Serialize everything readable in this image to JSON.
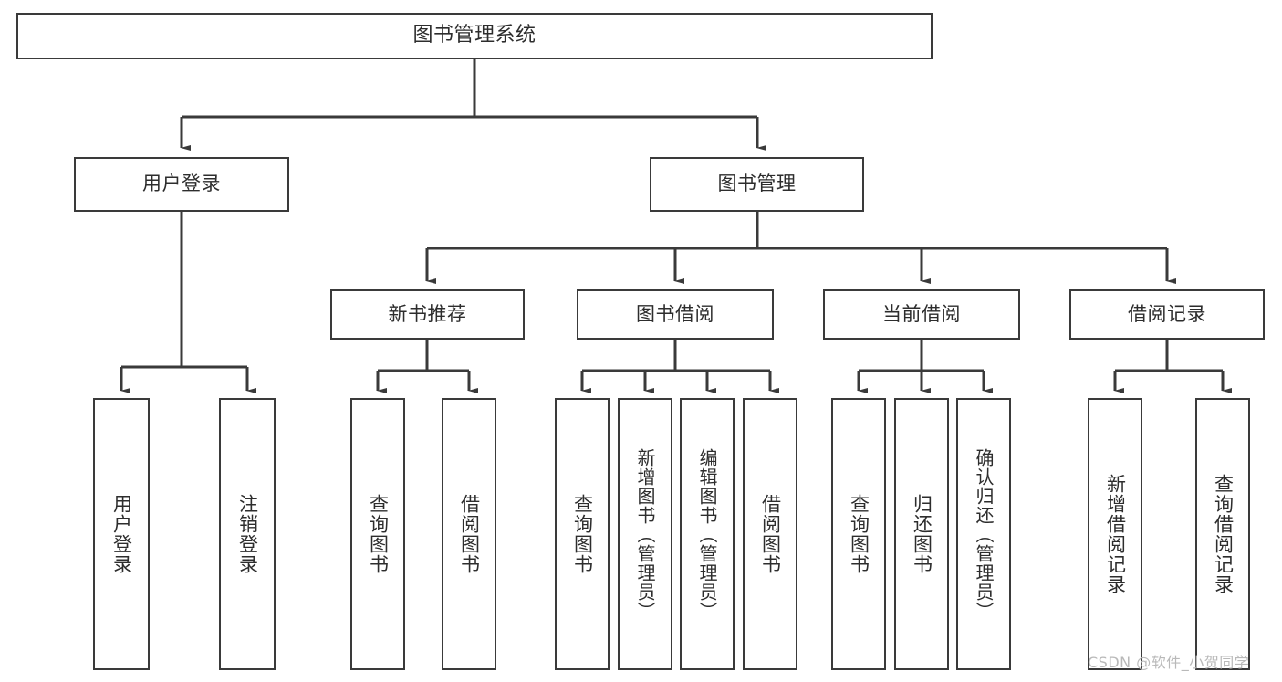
{
  "diagram": {
    "title": "图书管理系统",
    "type": "tree-hierarchy-diagram",
    "watermark": "CSDN @软件_小贺同学",
    "colors": {
      "box_border": "#3a3a3a",
      "box_fill": "#ffffff",
      "text": "#2d2d2d",
      "connector": "#3a3a3a",
      "watermark": "#b9b9b9"
    },
    "root": {
      "label": "图书管理系统"
    },
    "level2": [
      {
        "label": "用户登录"
      },
      {
        "label": "图书管理"
      }
    ],
    "level3": [
      {
        "label": "新书推荐"
      },
      {
        "label": "图书借阅"
      },
      {
        "label": "当前借阅"
      },
      {
        "label": "借阅记录"
      }
    ],
    "leaves": {
      "user_login": [
        {
          "label": "用户登录"
        },
        {
          "label": "注销登录"
        }
      ],
      "new_book_recommend": [
        {
          "label": "查询图书"
        },
        {
          "label": "借阅图书"
        }
      ],
      "book_borrow": [
        {
          "label": "查询图书"
        },
        {
          "label": "新增图书（管理员）"
        },
        {
          "label": "编辑图书（管理员）"
        },
        {
          "label": "借阅图书"
        }
      ],
      "current_borrow": [
        {
          "label": "查询图书"
        },
        {
          "label": "归还图书"
        },
        {
          "label": "确认归还（管理员）"
        }
      ],
      "borrow_records": [
        {
          "label": "新增借阅记录"
        },
        {
          "label": "查询借阅记录"
        }
      ]
    }
  }
}
